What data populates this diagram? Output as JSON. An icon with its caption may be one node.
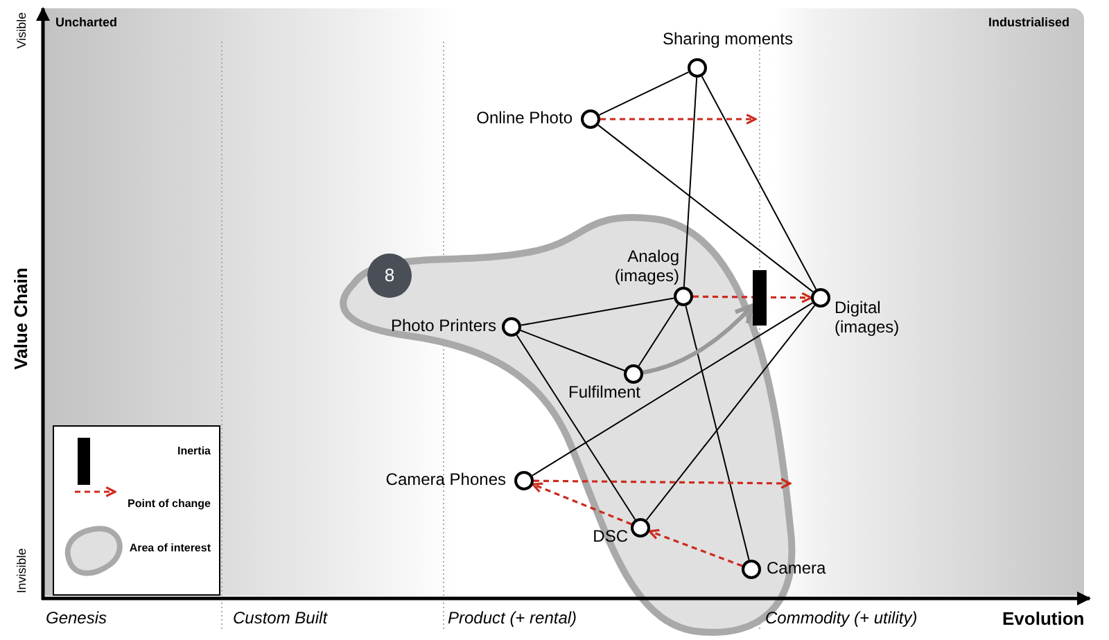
{
  "diagram": {
    "nodes": [
      {
        "text": [],
        "shape": "circle",
        "beside": [
          "Sharing moments"
        ]
      },
      {
        "text": [],
        "shape": "circle",
        "beside": [
          "Online Photo"
        ]
      },
      {
        "text": [
          "8"
        ]
      },
      {
        "text": [],
        "shape": "circle",
        "beside": [
          "Analog (images)"
        ]
      },
      {
        "text": [],
        "shape": "bar"
      },
      {
        "text": [],
        "shape": "circle",
        "beside": [
          "Digital (images)"
        ]
      },
      {
        "text": [],
        "shape": "circle",
        "beside": [
          "Photo Printers"
        ]
      },
      {
        "text": [],
        "shape": "circle",
        "beside": [
          "Fulfilment"
        ]
      },
      {
        "text": [],
        "shape": "circle",
        "beside": [
          "Camera Phones"
        ]
      },
      {
        "text": [],
        "shape": "circle",
        "beside": [
          "DSC"
        ]
      },
      {
        "text": [],
        "shape": "circle",
        "beside": [
          "Camera"
        ]
      }
    ],
    "edges": [
      {
        "from": 0,
        "to": 1,
        "arrow": "none"
      },
      {
        "from": 0,
        "to": 3,
        "arrow": "none"
      },
      {
        "from": 0,
        "to": 5,
        "arrow": "none"
      },
      {
        "from": 1,
        "to": 5,
        "arrow": "none"
      },
      {
        "from": 1,
        "to": null,
        "arrow": "to",
        "style": "dashed",
        "color": "#cc2a1e"
      },
      {
        "from": 3,
        "to": 5,
        "arrow": "to",
        "style": "dashed",
        "color": "#cc2a1e"
      },
      {
        "from": 6,
        "to": 3,
        "arrow": "none"
      },
      {
        "from": 6,
        "to": 7,
        "arrow": "none"
      },
      {
        "from": 6,
        "to": 9,
        "arrow": "none"
      },
      {
        "from": 3,
        "to": 7,
        "arrow": "none"
      },
      {
        "from": 3,
        "to": 10,
        "arrow": "none"
      },
      {
        "from": 5,
        "to": 8,
        "arrow": "none"
      },
      {
        "from": 5,
        "to": 9,
        "arrow": "none"
      },
      {
        "from": 7,
        "to": 4,
        "arrow": "to",
        "style": "thick",
        "color": "#999999"
      },
      {
        "from": 8,
        "to": null,
        "arrow": "to",
        "style": "dashed",
        "color": "#cc2a1e"
      },
      {
        "from": 10,
        "to": 9,
        "arrow": "to",
        "style": "dashed",
        "color": "#cc2a1e"
      },
      {
        "from": 9,
        "to": 8,
        "arrow": "to",
        "style": "dashed",
        "color": "#cc2a1e"
      }
    ],
    "labels": [
      "Uncharted",
      "Industrialised",
      "Visible",
      "Value Chain",
      "Invisible",
      "Genesis",
      "Custom Built",
      "Product (+ rental)",
      "Commodity (+ utility)",
      "Evolution"
    ],
    "legend": [
      {
        "text": "Inertia"
      },
      {
        "text": "Point of change"
      },
      {
        "text": "Area of interest"
      }
    ]
  }
}
